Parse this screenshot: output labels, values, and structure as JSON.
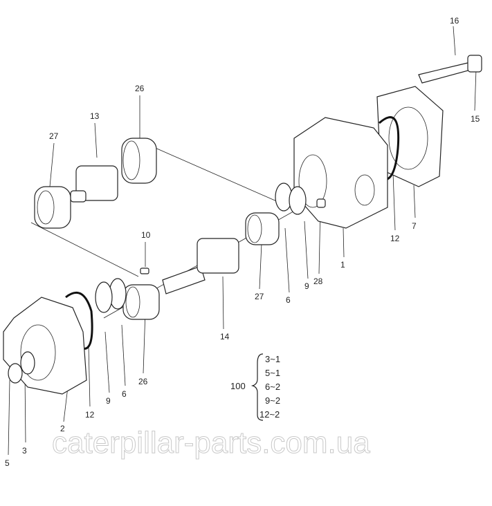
{
  "diagram": {
    "part_labels": [
      "16",
      "15",
      "26",
      "13",
      "27",
      "12",
      "7",
      "10",
      "1",
      "28",
      "9",
      "6",
      "27",
      "14",
      "26",
      "6",
      "9",
      "12",
      "2",
      "3",
      "5"
    ],
    "kit": {
      "number": "100",
      "items": [
        "3~1",
        "5~1",
        "6~2",
        "9~2",
        "12~2"
      ]
    },
    "watermark": "caterpillar-parts.com.ua"
  }
}
